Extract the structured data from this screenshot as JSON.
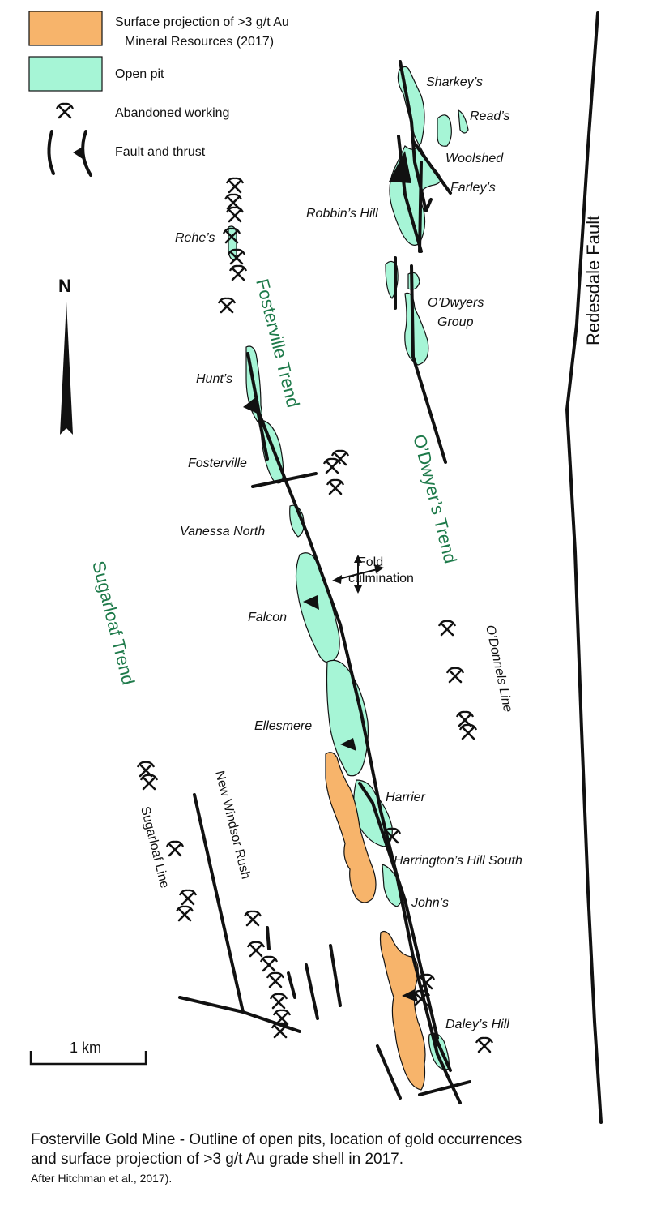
{
  "legend": {
    "resources_line1": "Surface projection of >3 g/t Au",
    "resources_line2": "Mineral Resources (2017)",
    "open_pit": "Open pit",
    "abandoned_working": "Abandoned working",
    "fault_and_thrust": "Fault and thrust"
  },
  "north_label": "N",
  "trends": {
    "fosterville": "Fosterville Trend",
    "odwyers": "O’Dwyer’s Trend",
    "sugarloaf": "Sugarloaf Trend",
    "redesdale": "Redesdale Fault"
  },
  "places": {
    "sharkeys": "Sharkey’s",
    "reads": "Read’s",
    "woolshed": "Woolshed",
    "farleys": "Farley’s",
    "robbins_hill": "Robbin’s Hill",
    "rehes": "Rehe’s",
    "odwyers_group_1": "O’Dwyers",
    "odwyers_group_2": "Group",
    "hunts": "Hunt’s",
    "fosterville": "Fosterville",
    "vanessa_north": "Vanessa North",
    "fold_1": "Fold",
    "fold_2": "culmination",
    "falcon": "Falcon",
    "odonnels_line": "O’Donnels Line",
    "ellesmere": "Ellesmere",
    "harrier": "Harrier",
    "harringtons": "Harrington’s Hill South",
    "johns": "John’s",
    "daleys_hill": "Daley’s Hill",
    "new_windsor_rush": "New Windsor Rush",
    "sugarloaf_line": "Sugarloaf Line"
  },
  "scale_label": "1 km",
  "caption": {
    "line1": "Fosterville Gold Mine - Outline of open pits, location of gold occurrences",
    "line2": "and surface projection of >3 g/t Au grade shell in 2017.",
    "line3": "After Hitchman  et al., 2017)."
  },
  "colors": {
    "open_pit": "#a6f5d6",
    "resources": "#f7b46b",
    "trend_text": "#1e7a4a"
  }
}
